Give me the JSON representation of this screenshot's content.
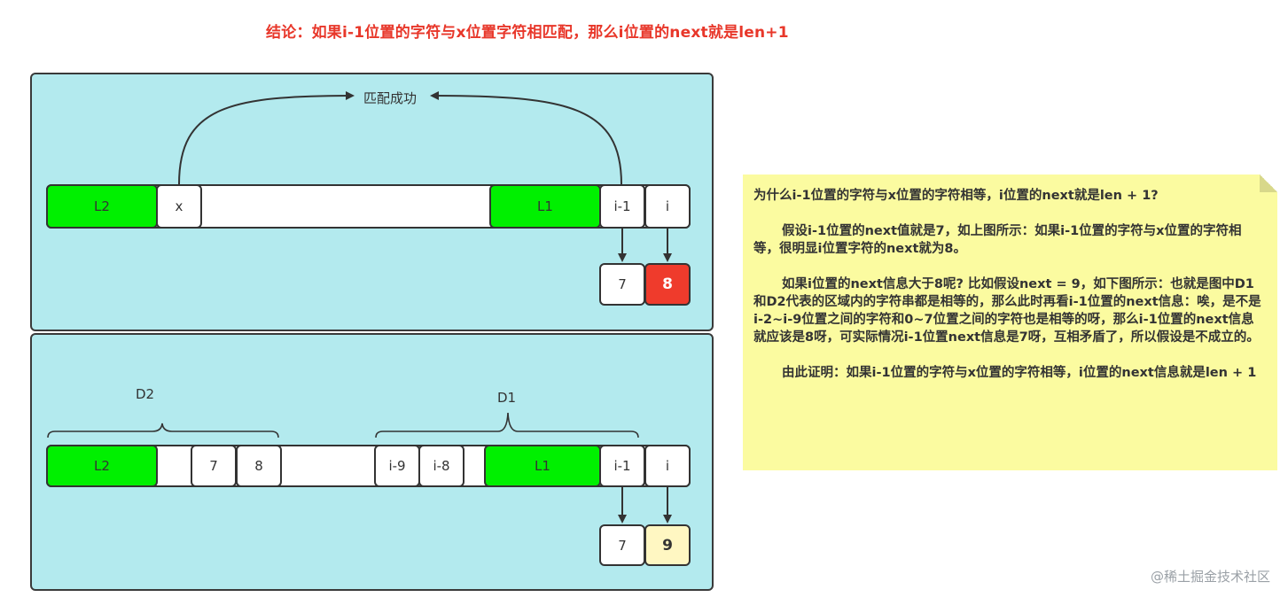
{
  "title": "结论：如果i-1位置的字符与x位置字符相匹配，那么i位置的next就是len+1",
  "top_panel": {
    "arrow_label": "匹配成功",
    "cells": {
      "l2": "L2",
      "x": "x",
      "l1": "L1",
      "i_minus_1": "i-1",
      "i": "i"
    },
    "results": {
      "prev_next": "7",
      "next": "8"
    }
  },
  "bottom_panel": {
    "d2_label": "D2",
    "d1_label": "D1",
    "cells": {
      "l2": "L2",
      "seven": "7",
      "eight": "8",
      "i_minus_9": "i-9",
      "i_minus_8": "i-8",
      "l1": "L1",
      "i_minus_1": "i-1",
      "i": "i"
    },
    "results": {
      "prev_next": "7",
      "next": "9"
    }
  },
  "note": {
    "question": "为什么i-1位置的字符与x位置的字符相等，i位置的next就是len + 1?",
    "para1": "假设i-1位置的next值就是7，如上图所示：如果i-1位置的字符与x位置的字符相等，很明显i位置字符的next就为8。",
    "para2": "如果i位置的next信息大于8呢? 比如假设next = 9，如下图所示：也就是图中D1和D2代表的区域内的字符串都是相等的，那么此时再看i-1位置的next信息：唉，是不是i-2~i-9位置之间的字符和0~7位置之间的字符也是相等的呀，那么i-1位置的next信息就应该是8呀，可实际情况i-1位置next信息是7呀，互相矛盾了，所以假设是不成立的。",
    "para3": "由此证明：如果i-1位置的字符与x位置的字符相等，i位置的next信息就是len + 1"
  },
  "watermark": "@稀土掘金技术社区",
  "colors": {
    "panel_bg": "#b3eaee",
    "green": "#00f000",
    "red": "#ef3b2c",
    "yellow_cell": "#fff7c2",
    "note_bg": "#fbfba0",
    "title_red": "#e8372a"
  }
}
